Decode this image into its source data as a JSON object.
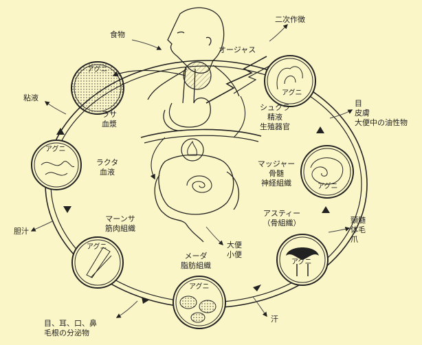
{
  "labels": {
    "food": "食物",
    "ojas": "オージャス",
    "secondary": "二次作徴",
    "eye_skin_1": "目",
    "eye_skin_2": "皮膚",
    "eye_skin_3": "大便中の油性物",
    "tooth_1": "頸髄",
    "tooth_2": "体毛",
    "tooth_3": "爪",
    "sweat": "汗",
    "excreta_1": "大便",
    "excreta_2": "小便",
    "bile": "胆汁",
    "mucus": "粘液",
    "sense_1": "目、耳、口、鼻",
    "sense_2": "毛根の分泌物"
  },
  "dhatus": [
    {
      "line1": "ラサ",
      "line2": "血漿"
    },
    {
      "line1": "ラクタ",
      "line2": "血液"
    },
    {
      "line1": "マーンサ",
      "line2": "筋肉組織"
    },
    {
      "line1": "メーダ",
      "line2": "脂肪組織"
    },
    {
      "line1": "アスティー",
      "line2": "（骨組織）"
    },
    {
      "line1": "マッジャー",
      "line2": "骨髄",
      "line3": "神経組織"
    },
    {
      "line1": "シュクラ",
      "line2": "精液",
      "line3": "生殖器官"
    }
  ],
  "agni_label": "アグニ"
}
